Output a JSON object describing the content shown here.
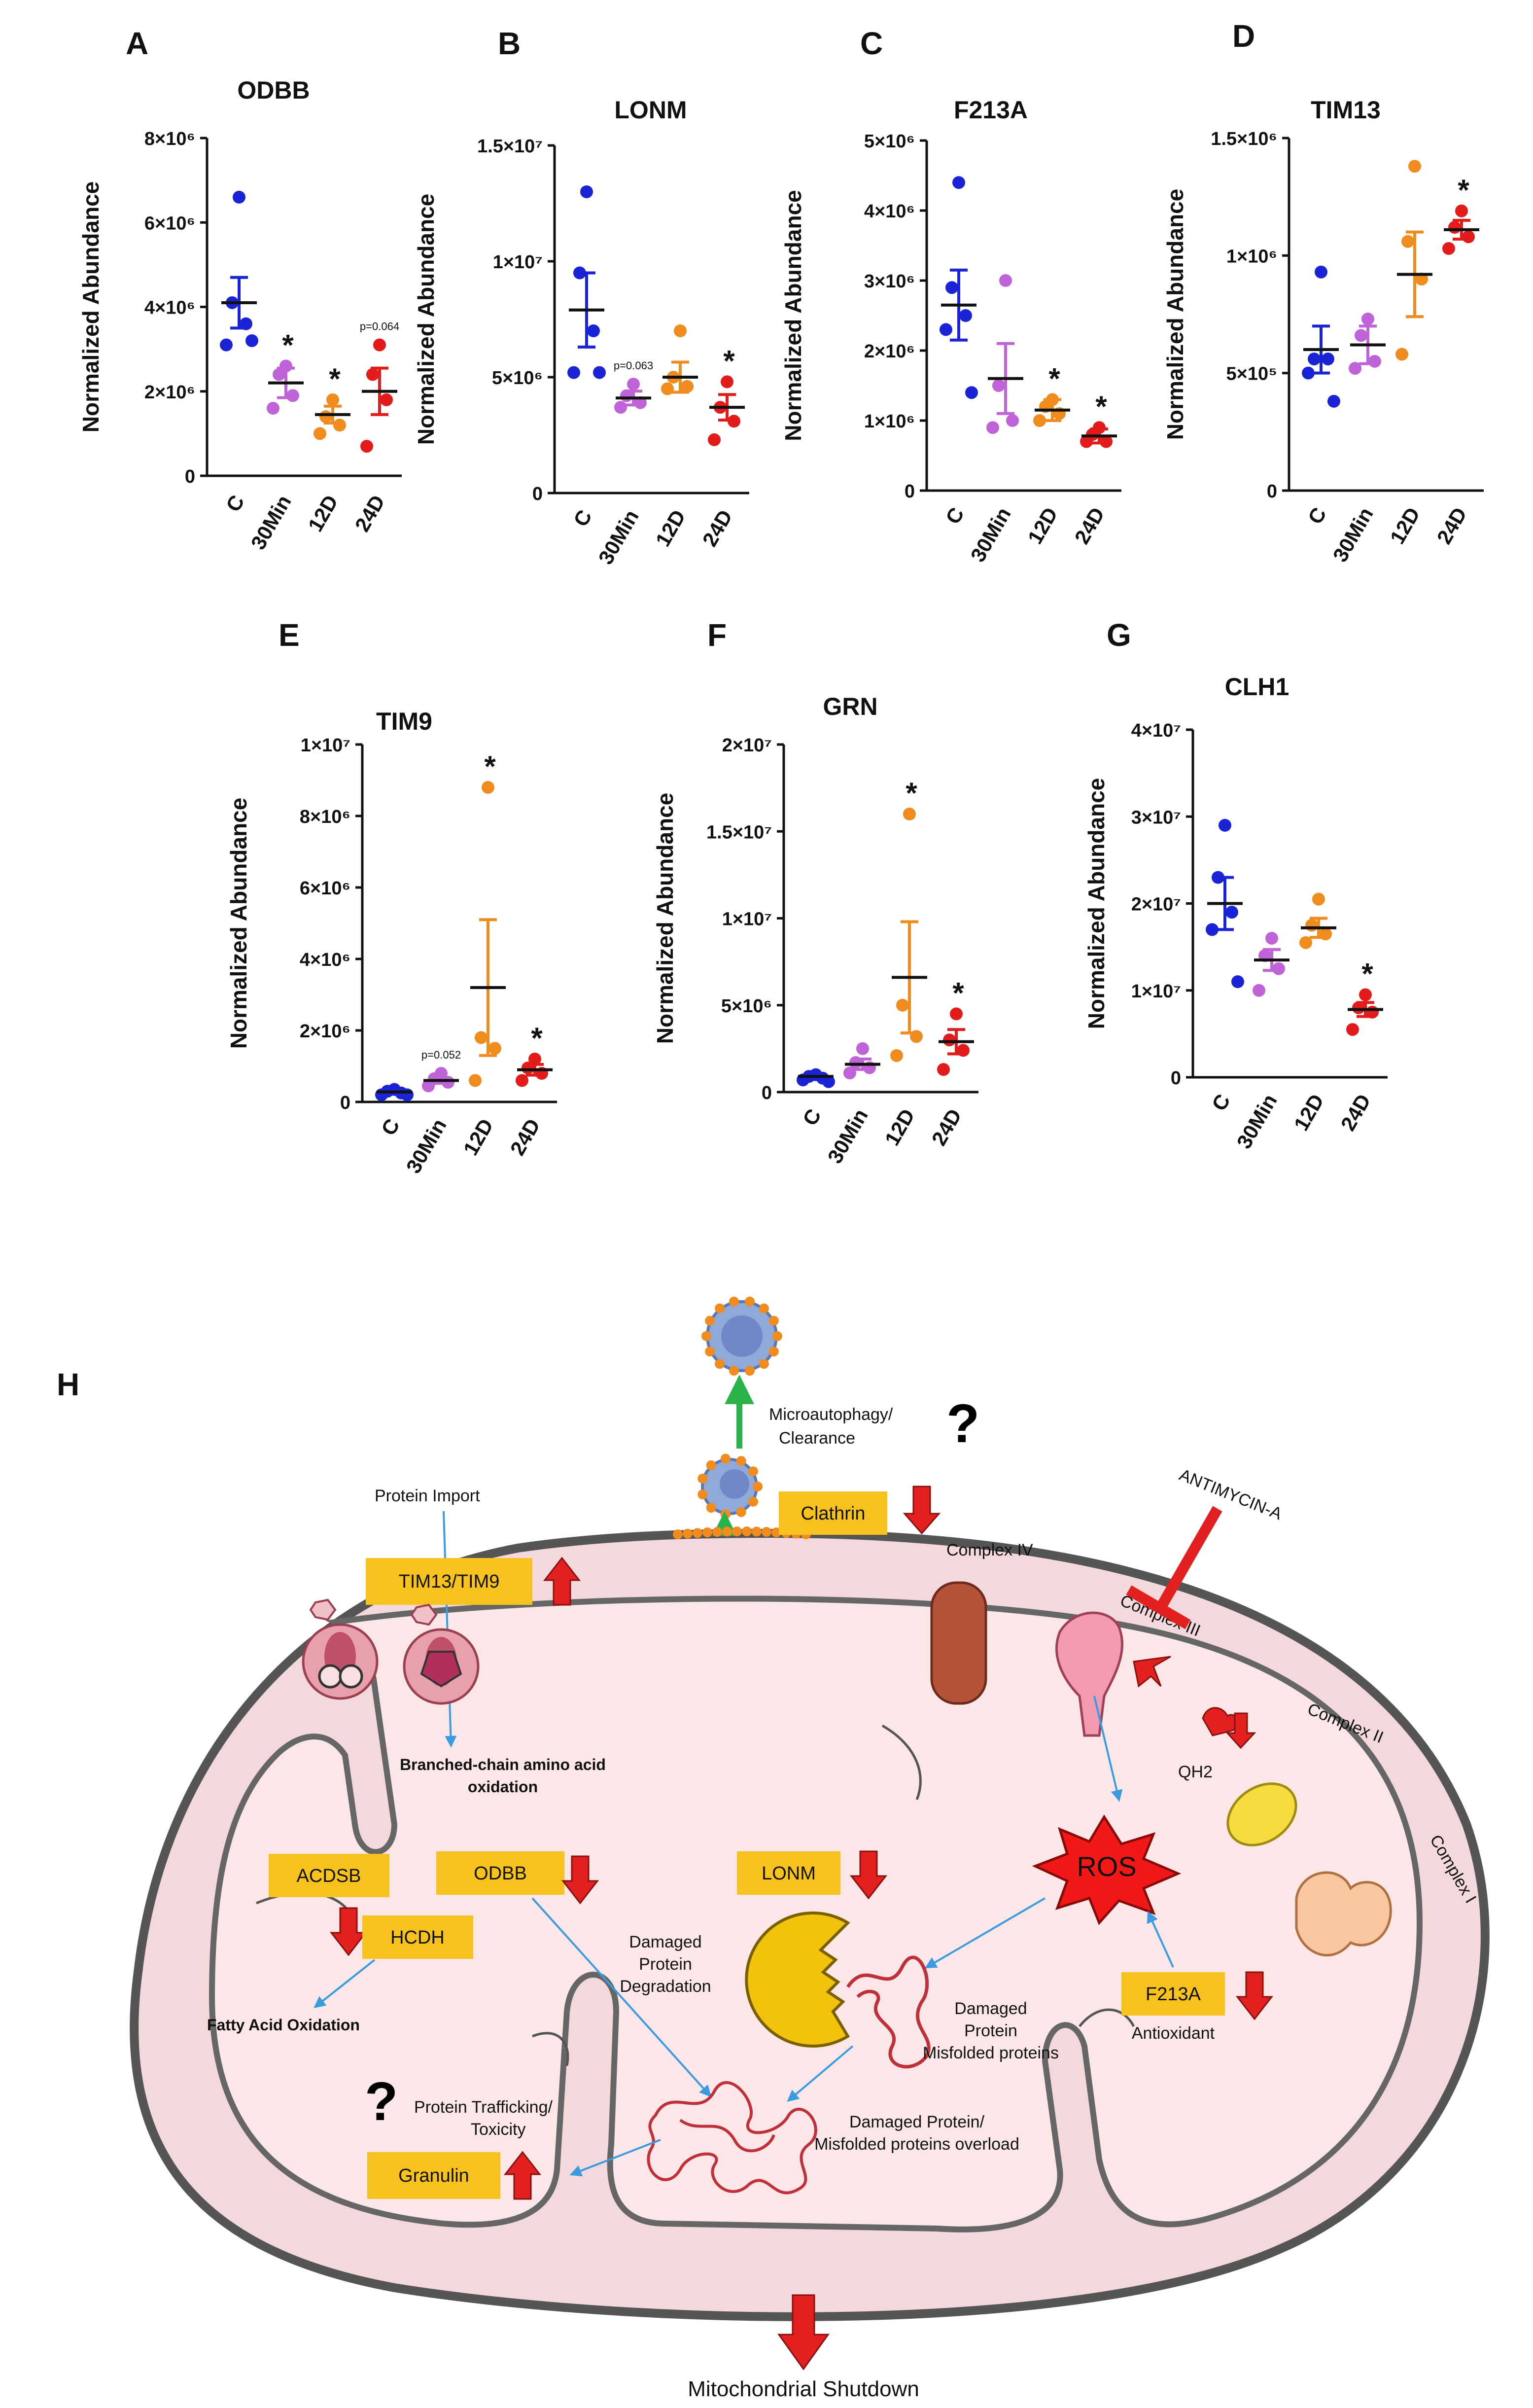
{
  "chart_data": [
    {
      "panel": "A",
      "type": "scatter",
      "title": "ODBB",
      "ylabel": "Normalized Abundance",
      "categories": [
        "C",
        "30Min",
        "12D",
        "24D"
      ],
      "ylim": [
        0,
        8000000
      ],
      "yticks": [
        {
          "v": 0,
          "t": "0"
        },
        {
          "v": 2000000,
          "t": "2×10⁶"
        },
        {
          "v": 4000000,
          "t": "4×10⁶"
        },
        {
          "v": 6000000,
          "t": "6×10⁶"
        },
        {
          "v": 8000000,
          "t": "8×10⁶"
        }
      ],
      "points": [
        [
          6600000,
          4100000,
          3600000,
          3100000,
          3200000
        ],
        [
          2600000,
          2400000,
          1900000,
          1600000
        ],
        [
          1800000,
          1400000,
          1200000,
          1000000
        ],
        [
          3100000,
          2400000,
          1800000,
          700000
        ]
      ],
      "means": [
        4100000,
        2200000,
        1450000,
        2000000
      ],
      "errors": [
        600000,
        350000,
        200000,
        550000
      ],
      "annotations": [
        "",
        "*",
        "*",
        "p=0.064"
      ]
    },
    {
      "panel": "B",
      "type": "scatter",
      "title": "LONM",
      "ylabel": "Normalized Abundance",
      "categories": [
        "C",
        "30Min",
        "12D",
        "24D"
      ],
      "ylim": [
        0,
        15000000
      ],
      "yticks": [
        {
          "v": 0,
          "t": "0"
        },
        {
          "v": 5000000,
          "t": "5×10⁶"
        },
        {
          "v": 10000000,
          "t": "1×10⁷"
        },
        {
          "v": 15000000,
          "t": "1.5×10⁷"
        }
      ],
      "points": [
        [
          13000000,
          9500000,
          7000000,
          5200000,
          5200000
        ],
        [
          4700000,
          4200000,
          3900000,
          3700000
        ],
        [
          7000000,
          5000000,
          4600000,
          4500000
        ],
        [
          4800000,
          3700000,
          3100000,
          2300000
        ]
      ],
      "means": [
        7900000,
        4100000,
        5000000,
        3700000
      ],
      "errors": [
        1600000,
        300000,
        650000,
        550000
      ],
      "annotations": [
        "",
        "p=0.063",
        "",
        "*"
      ]
    },
    {
      "panel": "C",
      "type": "scatter",
      "title": "F213A",
      "ylabel": "Normalized Abundance",
      "categories": [
        "C",
        "30Min",
        "12D",
        "24D"
      ],
      "ylim": [
        0,
        5000000
      ],
      "yticks": [
        {
          "v": 0,
          "t": "0"
        },
        {
          "v": 1000000,
          "t": "1×10⁶"
        },
        {
          "v": 2000000,
          "t": "2×10⁶"
        },
        {
          "v": 3000000,
          "t": "3×10⁶"
        },
        {
          "v": 4000000,
          "t": "4×10⁶"
        },
        {
          "v": 5000000,
          "t": "5×10⁶"
        }
      ],
      "points": [
        [
          4400000,
          2900000,
          2500000,
          2300000,
          1400000
        ],
        [
          3000000,
          1500000,
          1000000,
          900000
        ],
        [
          1300000,
          1200000,
          1100000,
          1000000
        ],
        [
          900000,
          800000,
          700000,
          700000
        ]
      ],
      "means": [
        2650000,
        1600000,
        1150000,
        780000
      ],
      "errors": [
        500000,
        500000,
        150000,
        100000
      ],
      "annotations": [
        "",
        "",
        "*",
        "*"
      ]
    },
    {
      "panel": "D",
      "type": "scatter",
      "title": "TIM13",
      "ylabel": "Normalized Abundance",
      "categories": [
        "C",
        "30Min",
        "12D",
        "24D"
      ],
      "ylim": [
        0,
        1500000
      ],
      "yticks": [
        {
          "v": 0,
          "t": "0"
        },
        {
          "v": 500000,
          "t": "5×10⁵"
        },
        {
          "v": 1000000,
          "t": "1×10⁶"
        },
        {
          "v": 1500000,
          "t": "1.5×10⁶"
        }
      ],
      "points": [
        [
          930000,
          560000,
          560000,
          500000,
          380000
        ],
        [
          730000,
          660000,
          550000,
          520000
        ],
        [
          1380000,
          1060000,
          900000,
          580000
        ],
        [
          1190000,
          1120000,
          1080000,
          1030000
        ]
      ],
      "means": [
        600000,
        620000,
        920000,
        1110000
      ],
      "errors": [
        100000,
        80000,
        180000,
        40000
      ],
      "annotations": [
        "",
        "",
        "",
        "*"
      ]
    },
    {
      "panel": "E",
      "type": "scatter",
      "title": "TIM9",
      "ylabel": "Normalized Abundance",
      "categories": [
        "C",
        "30Min",
        "12D",
        "24D"
      ],
      "ylim": [
        0,
        10000000
      ],
      "yticks": [
        {
          "v": 0,
          "t": "0"
        },
        {
          "v": 2000000,
          "t": "2×10⁶"
        },
        {
          "v": 4000000,
          "t": "4×10⁶"
        },
        {
          "v": 6000000,
          "t": "6×10⁶"
        },
        {
          "v": 8000000,
          "t": "8×10⁶"
        },
        {
          "v": 10000000,
          "t": "1×10⁷"
        }
      ],
      "points": [
        [
          350000,
          300000,
          250000,
          200000,
          200000
        ],
        [
          800000,
          650000,
          550000,
          450000
        ],
        [
          8800000,
          1800000,
          1500000,
          600000
        ],
        [
          1200000,
          950000,
          800000,
          600000
        ]
      ],
      "means": [
        280000,
        600000,
        3200000,
        900000
      ],
      "errors": [
        40000,
        80000,
        1900000,
        150000
      ],
      "annotations": [
        "",
        "p=0.052",
        "*",
        "*"
      ]
    },
    {
      "panel": "F",
      "type": "scatter",
      "title": "GRN",
      "ylabel": "Normalized Abundance",
      "categories": [
        "C",
        "30Min",
        "12D",
        "24D"
      ],
      "ylim": [
        0,
        20000000
      ],
      "yticks": [
        {
          "v": 0,
          "t": "0"
        },
        {
          "v": 5000000,
          "t": "5×10⁶"
        },
        {
          "v": 10000000,
          "t": "1×10⁷"
        },
        {
          "v": 15000000,
          "t": "1.5×10⁷"
        },
        {
          "v": 20000000,
          "t": "2×10⁷"
        }
      ],
      "points": [
        [
          1000000,
          900000,
          800000,
          700000,
          600000
        ],
        [
          2500000,
          1700000,
          1400000,
          1100000
        ],
        [
          16000000,
          5000000,
          3200000,
          2100000
        ],
        [
          4500000,
          3000000,
          2400000,
          1300000
        ]
      ],
      "means": [
        900000,
        1600000,
        6600000,
        2900000
      ],
      "errors": [
        150000,
        300000,
        3200000,
        700000
      ],
      "annotations": [
        "",
        "",
        "*",
        "*"
      ]
    },
    {
      "panel": "G",
      "type": "scatter",
      "title": "CLH1",
      "ylabel": "Normalized Abundance",
      "categories": [
        "C",
        "30Min",
        "12D",
        "24D"
      ],
      "ylim": [
        0,
        40000000
      ],
      "yticks": [
        {
          "v": 0,
          "t": "0"
        },
        {
          "v": 10000000,
          "t": "1×10⁷"
        },
        {
          "v": 20000000,
          "t": "2×10⁷"
        },
        {
          "v": 30000000,
          "t": "3×10⁷"
        },
        {
          "v": 40000000,
          "t": "4×10⁷"
        }
      ],
      "points": [
        [
          29000000,
          23000000,
          19000000,
          17000000,
          11000000
        ],
        [
          16000000,
          14000000,
          12500000,
          10000000
        ],
        [
          20500000,
          17500000,
          16500000,
          15500000
        ],
        [
          9500000,
          8000000,
          7500000,
          5500000
        ]
      ],
      "means": [
        20000000,
        13500000,
        17200000,
        7800000
      ],
      "errors": [
        3000000,
        1200000,
        1100000,
        800000
      ],
      "annotations": [
        "",
        "",
        "",
        "*"
      ]
    }
  ],
  "colors": [
    "#1a23d6",
    "#c163d8",
    "#f08c1e",
    "#e31b1b"
  ],
  "diagram": {
    "panel_letter": "H",
    "labels": {
      "microautophagy": "Microautophagy/",
      "clearance": "Clearance",
      "protein_import": "Protein Import",
      "antimycin": "ANTIMYCIN-A",
      "complex_iv": "Complex IV",
      "complex_iii": "Complex III",
      "complex_ii": "Complex II",
      "complex_i": "Complex I",
      "qh2": "QH2",
      "bcaa_line1": "Branched-chain amino acid",
      "bcaa_line2": "oxidation",
      "fatty_acid": "Fatty Acid Oxidation",
      "damaged_degradation_1": "Damaged",
      "damaged_degradation_2": "Protein",
      "damaged_degradation_3": "Degradation",
      "damaged_protein_1": "Damaged",
      "damaged_protein_2": "Protein",
      "damaged_protein_3": "Misfolded proteins",
      "overload_1": "Damaged Protein/",
      "overload_2": "Misfolded proteins overload",
      "trafficking_1": "Protein Trafficking/",
      "trafficking_2": "Toxicity",
      "antioxidant": "Antioxidant",
      "ros": "ROS",
      "shutdown": "Mitochondrial Shutdown",
      "question": "?"
    },
    "boxes": {
      "clathrin": "Clathrin",
      "tim13_tim9": "TIM13/TIM9",
      "acdsb": "ACDSB",
      "odbb": "ODBB",
      "hcdh": "HCDH",
      "lonm": "LONM",
      "f213a": "F213A",
      "granulin": "Granulin"
    }
  }
}
